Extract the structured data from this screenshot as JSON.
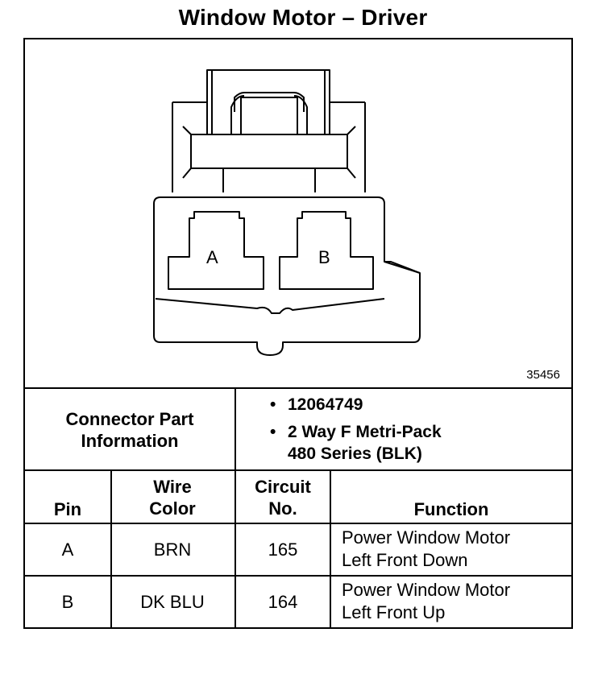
{
  "title": "Window Motor – Driver",
  "figure": {
    "number": "35456",
    "terminal_labels": [
      "A",
      "B"
    ]
  },
  "connector_info": {
    "label_line1": "Connector Part",
    "label_line2": "Information",
    "bullets": [
      {
        "line1": "12064749",
        "line2": ""
      },
      {
        "line1": "2 Way F Metri-Pack",
        "line2": "480 Series (BLK)"
      }
    ]
  },
  "table": {
    "headers": {
      "pin": "Pin",
      "wire_line1": "Wire",
      "wire_line2": "Color",
      "circuit_line1": "Circuit",
      "circuit_line2": "No.",
      "function": "Function"
    },
    "rows": [
      {
        "pin": "A",
        "wire_color": "BRN",
        "circuit": "165",
        "function_line1": "Power Window Motor",
        "function_line2": "Left Front Down"
      },
      {
        "pin": "B",
        "wire_color": "DK BLU",
        "circuit": "164",
        "function_line1": "Power Window Motor",
        "function_line2": "Left Front Up"
      }
    ]
  }
}
